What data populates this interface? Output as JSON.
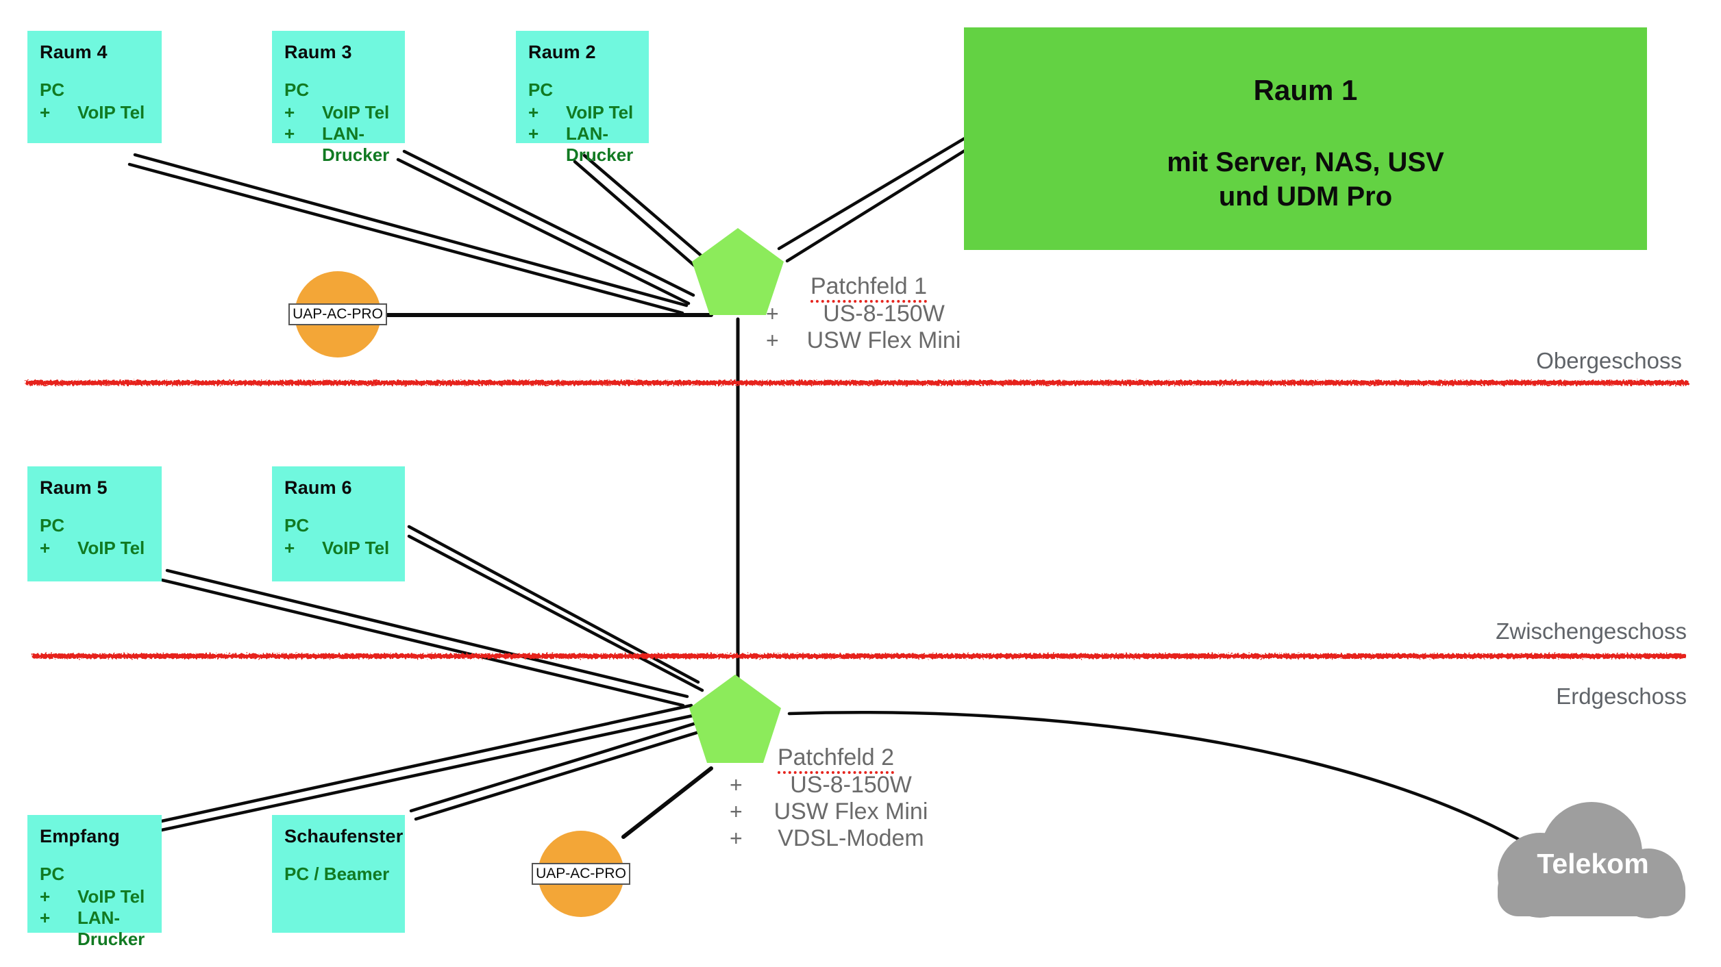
{
  "plus": "+",
  "rooms": {
    "raum4": {
      "title": "Raum 4",
      "device": "PC",
      "items": [
        "VoIP Tel"
      ]
    },
    "raum3": {
      "title": "Raum 3",
      "device": "PC",
      "items": [
        "VoIP Tel",
        "LAN-Drucker"
      ]
    },
    "raum2": {
      "title": "Raum 2",
      "device": "PC",
      "items": [
        "VoIP Tel",
        "LAN-Drucker"
      ]
    },
    "raum1": {
      "title": "Raum 1",
      "subtitle_line1": "mit Server, NAS, USV",
      "subtitle_line2": "und UDM Pro"
    },
    "raum5": {
      "title": "Raum 5",
      "device": "PC",
      "items": [
        "VoIP Tel"
      ]
    },
    "raum6": {
      "title": "Raum 6",
      "device": "PC",
      "items": [
        "VoIP Tel"
      ]
    },
    "empfang": {
      "title": "Empfang",
      "device": "PC",
      "items": [
        "VoIP Tel",
        "LAN-Drucker"
      ]
    },
    "schaufenster": {
      "title": "Schaufenster",
      "device": "PC / Beamer",
      "items": []
    }
  },
  "patchfelder": {
    "patchfeld1": {
      "title": "Patchfeld 1",
      "items": [
        "US-8-150W",
        "USW Flex Mini"
      ]
    },
    "patchfeld2": {
      "title": "Patchfeld 2",
      "items": [
        "US-8-150W",
        "USW Flex Mini",
        "VDSL-Modem"
      ]
    }
  },
  "access_points": {
    "label": "UAP-AC-PRO"
  },
  "floors": {
    "upper": "Obergeschoss",
    "mezzanine": "Zwischengeschoss",
    "ground": "Erdgeschoss"
  },
  "provider_cloud": {
    "label": "Telekom"
  },
  "colors": {
    "teal": "#70f8de",
    "room_green": "#63d243",
    "pentagon_green": "#8ceb5b",
    "orange": "#f3a637",
    "cloud_gray": "#9e9e9e",
    "line_red": "#e6241d",
    "text_green": "#117a22",
    "text_gray": "#6a6a6a"
  }
}
